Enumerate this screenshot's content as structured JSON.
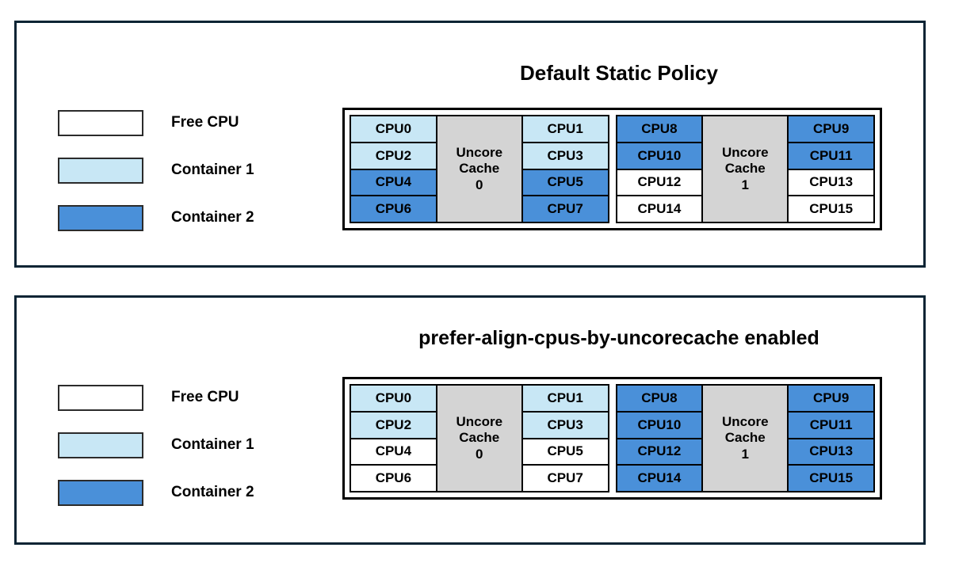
{
  "colors": {
    "panel_border": "#0b2434",
    "free_cpu": "#ffffff",
    "container_1": "#c8e7f5",
    "container_2": "#4a90d9",
    "uncore_cache": "#d4d4d4",
    "cell_border": "#000000"
  },
  "legend": {
    "items": [
      {
        "label": "Free CPU",
        "fill": "free"
      },
      {
        "label": "Container 1",
        "fill": "c1"
      },
      {
        "label": "Container 2",
        "fill": "c2"
      }
    ]
  },
  "panels": [
    {
      "title": "Default Static Policy",
      "groups": [
        {
          "cache_label_line1": "Uncore",
          "cache_label_line2": "Cache",
          "cache_label_line3": "0",
          "left_cpus": [
            {
              "label": "CPU0",
              "fill": "c1"
            },
            {
              "label": "CPU2",
              "fill": "c1"
            },
            {
              "label": "CPU4",
              "fill": "c2"
            },
            {
              "label": "CPU6",
              "fill": "c2"
            }
          ],
          "right_cpus": [
            {
              "label": "CPU1",
              "fill": "c1"
            },
            {
              "label": "CPU3",
              "fill": "c1"
            },
            {
              "label": "CPU5",
              "fill": "c2"
            },
            {
              "label": "CPU7",
              "fill": "c2"
            }
          ]
        },
        {
          "cache_label_line1": "Uncore",
          "cache_label_line2": "Cache",
          "cache_label_line3": "1",
          "left_cpus": [
            {
              "label": "CPU8",
              "fill": "c2"
            },
            {
              "label": "CPU10",
              "fill": "c2"
            },
            {
              "label": "CPU12",
              "fill": "free"
            },
            {
              "label": "CPU14",
              "fill": "free"
            }
          ],
          "right_cpus": [
            {
              "label": "CPU9",
              "fill": "c2"
            },
            {
              "label": "CPU11",
              "fill": "c2"
            },
            {
              "label": "CPU13",
              "fill": "free"
            },
            {
              "label": "CPU15",
              "fill": "free"
            }
          ]
        }
      ]
    },
    {
      "title": "prefer-align-cpus-by-uncorecache enabled",
      "groups": [
        {
          "cache_label_line1": "Uncore",
          "cache_label_line2": "Cache",
          "cache_label_line3": "0",
          "left_cpus": [
            {
              "label": "CPU0",
              "fill": "c1"
            },
            {
              "label": "CPU2",
              "fill": "c1"
            },
            {
              "label": "CPU4",
              "fill": "free"
            },
            {
              "label": "CPU6",
              "fill": "free"
            }
          ],
          "right_cpus": [
            {
              "label": "CPU1",
              "fill": "c1"
            },
            {
              "label": "CPU3",
              "fill": "c1"
            },
            {
              "label": "CPU5",
              "fill": "free"
            },
            {
              "label": "CPU7",
              "fill": "free"
            }
          ]
        },
        {
          "cache_label_line1": "Uncore",
          "cache_label_line2": "Cache",
          "cache_label_line3": "1",
          "left_cpus": [
            {
              "label": "CPU8",
              "fill": "c2"
            },
            {
              "label": "CPU10",
              "fill": "c2"
            },
            {
              "label": "CPU12",
              "fill": "c2"
            },
            {
              "label": "CPU14",
              "fill": "c2"
            }
          ],
          "right_cpus": [
            {
              "label": "CPU9",
              "fill": "c2"
            },
            {
              "label": "CPU11",
              "fill": "c2"
            },
            {
              "label": "CPU13",
              "fill": "c2"
            },
            {
              "label": "CPU15",
              "fill": "c2"
            }
          ]
        }
      ]
    }
  ]
}
